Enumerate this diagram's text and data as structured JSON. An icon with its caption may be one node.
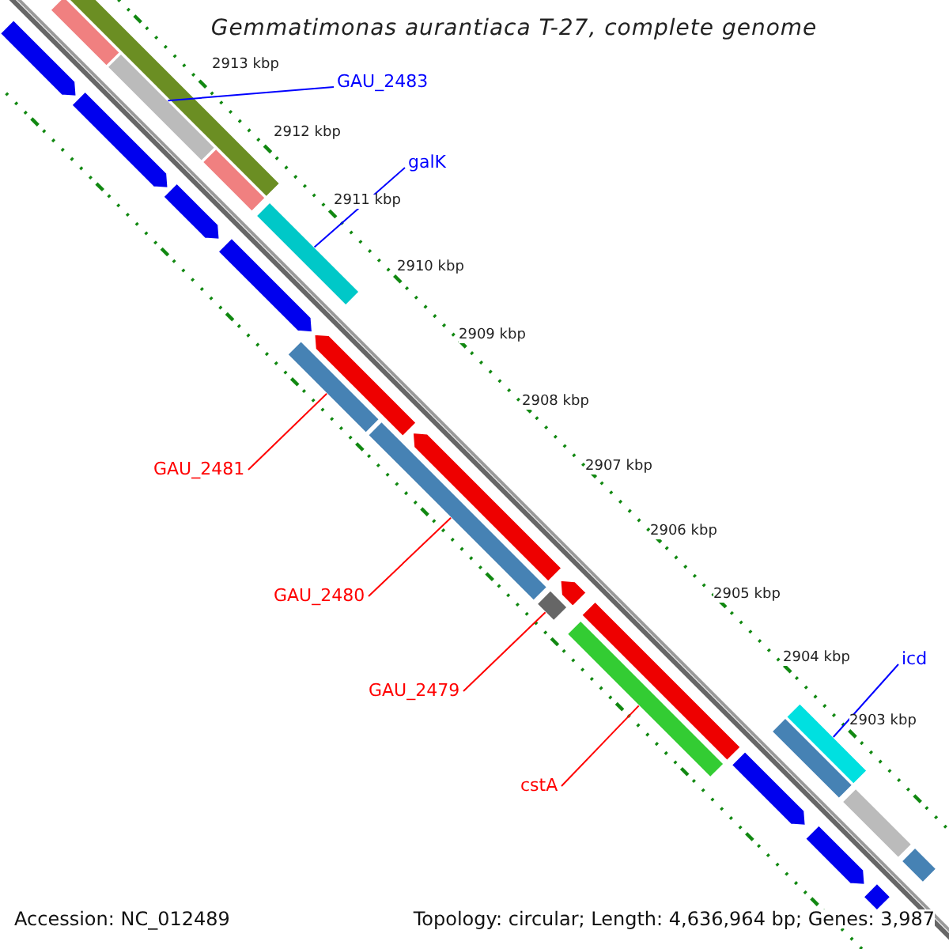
{
  "diagram": {
    "title": "Gemmatimonas aurantiaca T-27, complete genome",
    "nodes": [
      {
        "text": [
          "GAU_2483"
        ]
      },
      {
        "text": [],
        "shape": "bar"
      },
      {
        "text": [
          "galK"
        ]
      },
      {
        "text": [],
        "shape": "bar"
      },
      {
        "text": [
          "GAU_2481"
        ]
      },
      {
        "text": [],
        "shape": "bar"
      },
      {
        "text": [
          "GAU_2480"
        ]
      },
      {
        "text": [],
        "shape": "bar"
      },
      {
        "text": [
          "GAU_2479"
        ]
      },
      {
        "text": [],
        "shape": "bar"
      },
      {
        "text": [
          "cstA"
        ]
      },
      {
        "text": [],
        "shape": "bar"
      },
      {
        "text": [
          "icd"
        ]
      },
      {
        "text": [],
        "shape": "bar"
      },
      {
        "text": [],
        "shape": "bar"
      },
      {
        "text": [],
        "shape": "bar"
      },
      {
        "text": [],
        "shape": "bar"
      },
      {
        "text": [],
        "shape": "bar"
      },
      {
        "text": [],
        "shape": "bar"
      },
      {
        "text": [],
        "shape": "bar"
      },
      {
        "text": [],
        "shape": "bar"
      },
      {
        "text": [],
        "shape": "bar"
      },
      {
        "text": [],
        "shape": "bar"
      },
      {
        "text": [],
        "shape": "bar"
      },
      {
        "text": [],
        "shape": "bar"
      },
      {
        "text": [],
        "shape": "bar"
      },
      {
        "text": [],
        "shape": "bar"
      },
      {
        "text": [],
        "shape": "bar"
      },
      {
        "text": [],
        "shape": "bar"
      },
      {
        "text": [],
        "shape": "bar"
      },
      {
        "text": [],
        "shape": "bar"
      }
    ],
    "edges": [
      {
        "from": 0,
        "to": 1,
        "arrow": "none",
        "color": "#0000ff"
      },
      {
        "from": 2,
        "to": 3,
        "arrow": "none",
        "color": "#0000ff"
      },
      {
        "from": 4,
        "to": 5,
        "arrow": "none",
        "color": "#ff0000"
      },
      {
        "from": 6,
        "to": 7,
        "arrow": "none",
        "color": "#ff0000"
      },
      {
        "from": 8,
        "to": 9,
        "arrow": "none",
        "color": "#ff0000"
      },
      {
        "from": 10,
        "to": 11,
        "arrow": "none",
        "color": "#ff0000"
      },
      {
        "from": 12,
        "to": 13,
        "arrow": "none",
        "color": "#0000ff"
      }
    ],
    "labels": [
      "2913 kbp",
      "2912 kbp",
      "2911 kbp",
      "2910 kbp",
      "2909 kbp",
      "2908 kbp",
      "2907 kbp",
      "2906 kbp",
      "2905 kbp",
      "2904 kbp",
      "2903 kbp",
      "Accession: NC_012489",
      "Topology: circular; Length: 4,636,964 bp; Genes: 3,987"
    ]
  }
}
